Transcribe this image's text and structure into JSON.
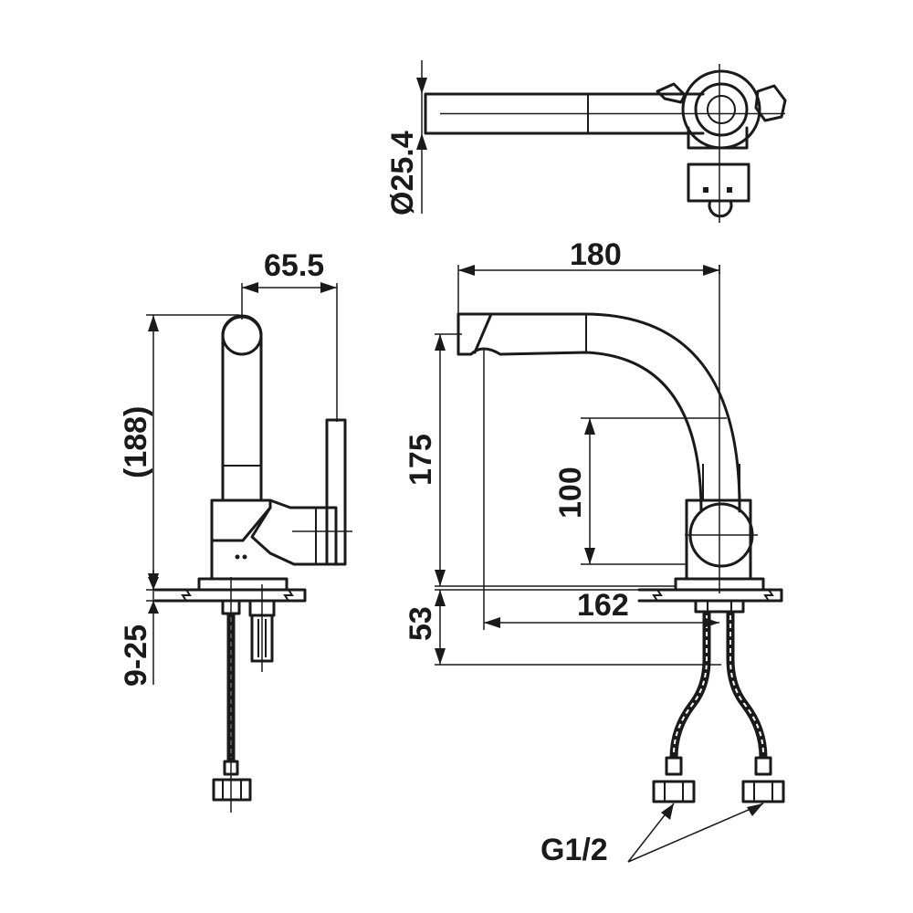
{
  "dimensions": {
    "top_diameter": "Ø25.4",
    "side_width": "65.5",
    "side_height": "(188)",
    "deck_thickness": "9-25",
    "reach": "180",
    "spout_height": "175",
    "spout_clearance": "100",
    "spout_projection": "162",
    "shank_length": "53",
    "connection_thread": "G1/2"
  },
  "colors": {
    "line": "#1a1a1a",
    "background": "#ffffff"
  }
}
